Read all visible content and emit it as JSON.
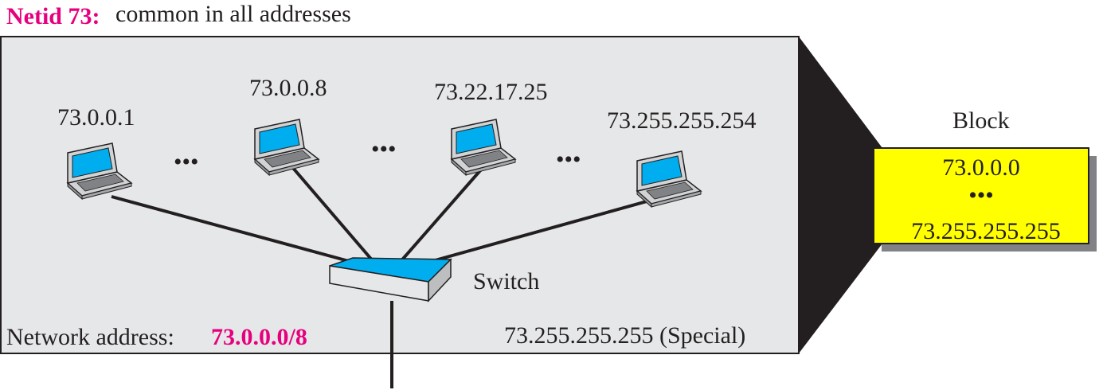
{
  "header": {
    "netid_label": "Netid 73:",
    "netid_desc": "common in all addresses"
  },
  "hosts": [
    {
      "address": "73.0.0.1"
    },
    {
      "address": "73.0.0.8"
    },
    {
      "address": "73.22.17.25"
    },
    {
      "address": "73.255.255.254"
    }
  ],
  "ellipsis": "•••",
  "switch_label": "Switch",
  "network": {
    "label": "Network address:",
    "value": "73.0.0.0/8"
  },
  "special_address": "73.255.255.255 (Special)",
  "block": {
    "title": "Block",
    "first": "73.0.0.0",
    "ellipsis": "•••",
    "last": "73.255.255.255"
  },
  "colors": {
    "accent": "#e6007e",
    "panel": "#e6e7e8",
    "block_fill": "#ffff00",
    "screen": "#00aeef"
  }
}
